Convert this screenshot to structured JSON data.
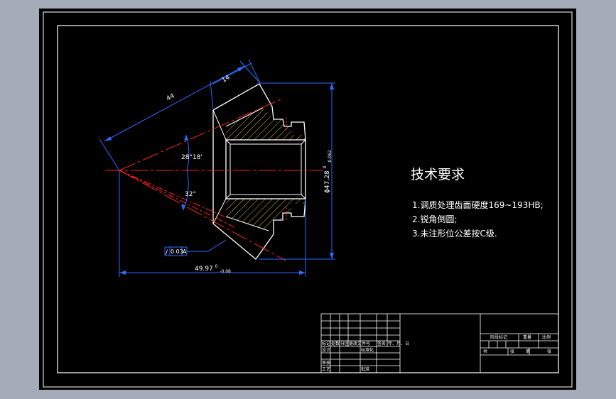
{
  "colors": {
    "frame": "#ffffff",
    "paper": "#000000",
    "dimension": "#2f6bff",
    "centerline": "#ff2020",
    "hatch": "#d6c23a",
    "outline": "#ffffff",
    "background": "#a3acb8"
  },
  "dimensions": {
    "length_44": "44",
    "length_14": "14",
    "angle_top": "28°18'",
    "angle_bottom": "32°",
    "diameter": "ϕ47.28",
    "diameter_tol_upper": "0",
    "diameter_tol_lower": "-0.062",
    "width": "49.97",
    "width_tol_upper": "0",
    "width_tol_lower": "-0.08",
    "runout_symbol": "∕",
    "runout_value": "0.03",
    "runout_datum": "A"
  },
  "requirements": {
    "title": "技术要求",
    "items": [
      "1.调质处理齿面硬度169~193HB;",
      "2.锐角倒圆;",
      "3.未注形位公差按C级."
    ]
  },
  "title_block": {
    "left_row1": [
      "标记",
      "处数",
      "分区",
      "更改文件号",
      "签名",
      "年、月、日"
    ],
    "left_row2": [
      "设计",
      "",
      "",
      "标准化",
      "",
      ""
    ],
    "left_row3": [
      "审核",
      "",
      "",
      "",
      "",
      ""
    ],
    "left_row4": [
      "工艺",
      "",
      "",
      "批准",
      "",
      ""
    ],
    "right_row1": [
      "阶段标记",
      "重量",
      "比例"
    ],
    "right_row2": [
      "共",
      "张",
      "第",
      "张"
    ]
  }
}
